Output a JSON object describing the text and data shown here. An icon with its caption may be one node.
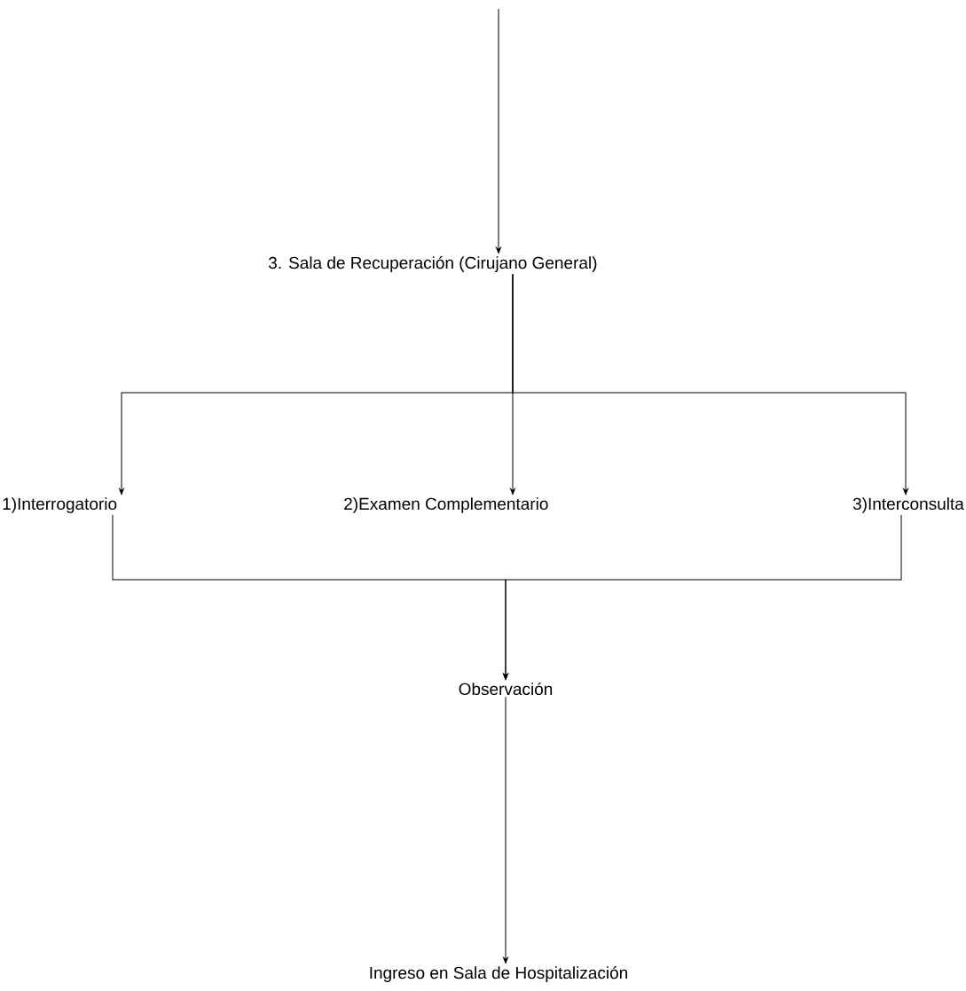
{
  "diagram": {
    "nodes": [
      {
        "text": [
          "3.   Sala de Recuperación (Cirujano General)"
        ]
      },
      {
        "text": [
          "1)Interrogatorio"
        ]
      },
      {
        "text": [
          "2)Examen Complementario"
        ]
      },
      {
        "text": [
          "3)Interconsulta"
        ]
      },
      {
        "text": [
          "Observación"
        ]
      },
      {
        "text": [
          "Ingreso en Sala de Hospitalización"
        ]
      }
    ],
    "edges": [
      {
        "from": null,
        "to": 0,
        "arrow": "to"
      },
      {
        "from": 0,
        "to": 1,
        "arrow": "to"
      },
      {
        "from": 0,
        "to": 2,
        "arrow": "to"
      },
      {
        "from": 0,
        "to": 3,
        "arrow": "to"
      },
      {
        "from": 1,
        "to": 4,
        "arrow": "to"
      },
      {
        "from": 3,
        "to": 4,
        "arrow": "to"
      },
      {
        "from": 4,
        "to": 5,
        "arrow": "to"
      }
    ]
  }
}
